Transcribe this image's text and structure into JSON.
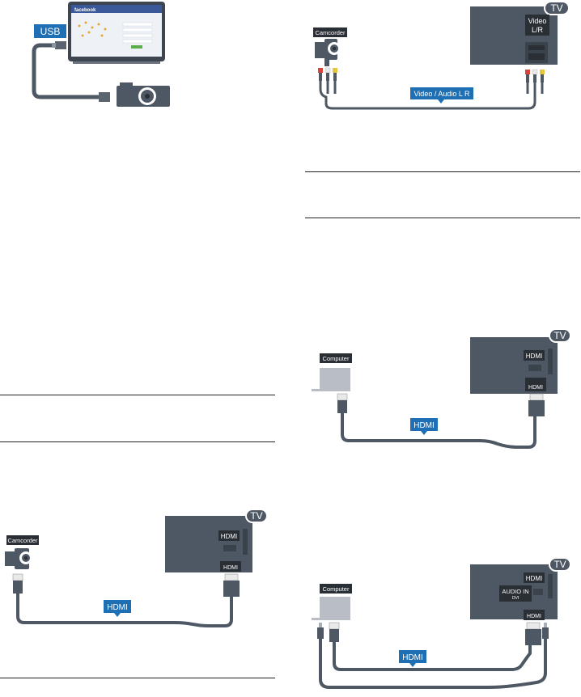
{
  "labels": {
    "usb": "USB",
    "camcorder": "Camcorder",
    "tv": "TV",
    "video_lr_line1": "Video",
    "video_lr_line2": "L/R",
    "video_audio_cable": "Video / Audio L R",
    "computer": "Computer",
    "hdmi": "HDMI",
    "audio_in": "AUDIO IN",
    "dvi": "DVI"
  },
  "screen": {
    "site_title": "facebook"
  },
  "colors": {
    "tv_body": "#4e5864",
    "cable": "#4e5864",
    "badge": "#1f6fb4",
    "label_bg": "#2a2e35",
    "red_plug": "#d9443a",
    "white_plug": "#e9e9e9",
    "yellow_plug": "#e7c53b",
    "laptop": "#b9bec6"
  }
}
